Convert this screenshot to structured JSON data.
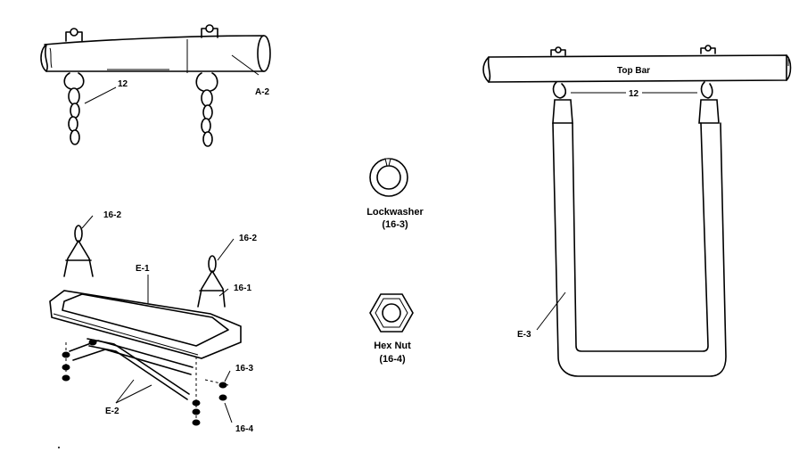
{
  "labels": {
    "chain_left": "12",
    "bar_left": "A-2",
    "hook_top_left": "16-2",
    "hook_top_right": "16-2",
    "seat": "E-1",
    "hanger": "16-1",
    "brace": "E-2",
    "washer_ref": "16-3",
    "nut_ref": "16-4",
    "lockwasher_name": "Lockwasher",
    "lockwasher_code": "(16-3)",
    "hexnut_name": "Hex Nut",
    "hexnut_code": "(16-4)",
    "top_bar": "Top Bar",
    "chain_right": "12",
    "strap": "E-3"
  }
}
